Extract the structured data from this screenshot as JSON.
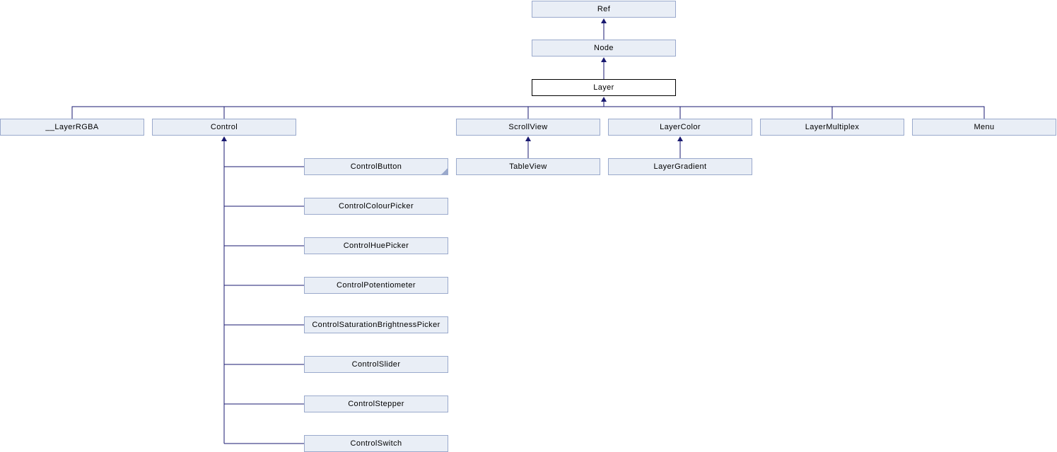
{
  "diagram": {
    "type": "class-inheritance",
    "current_class": "Layer",
    "colors": {
      "background": "#FFFFFF",
      "node_fill": "#E9EEF6",
      "node_border": "#9AA9CC",
      "current_node_fill": "#FFFFFF",
      "current_node_border": "#000000",
      "edge": "#191970",
      "text": "#000000"
    },
    "nodes": [
      {
        "id": "Ref",
        "label": "Ref",
        "parent": null,
        "kind": "normal"
      },
      {
        "id": "Node",
        "label": "Node",
        "parent": "Ref",
        "kind": "normal"
      },
      {
        "id": "Layer",
        "label": "Layer",
        "parent": "Node",
        "kind": "current"
      },
      {
        "id": "__LayerRGBA",
        "label": "__LayerRGBA",
        "parent": "Layer",
        "kind": "normal"
      },
      {
        "id": "Control",
        "label": "Control",
        "parent": "Layer",
        "kind": "normal"
      },
      {
        "id": "ScrollView",
        "label": "ScrollView",
        "parent": "Layer",
        "kind": "normal"
      },
      {
        "id": "LayerColor",
        "label": "LayerColor",
        "parent": "Layer",
        "kind": "normal"
      },
      {
        "id": "LayerMultiplex",
        "label": "LayerMultiplex",
        "parent": "Layer",
        "kind": "normal"
      },
      {
        "id": "Menu",
        "label": "Menu",
        "parent": "Layer",
        "kind": "normal"
      },
      {
        "id": "ControlButton",
        "label": "ControlButton",
        "parent": "Control",
        "kind": "truncated"
      },
      {
        "id": "ControlColourPicker",
        "label": "ControlColourPicker",
        "parent": "Control",
        "kind": "normal"
      },
      {
        "id": "ControlHuePicker",
        "label": "ControlHuePicker",
        "parent": "Control",
        "kind": "normal"
      },
      {
        "id": "ControlPotentiometer",
        "label": "ControlPotentiometer",
        "parent": "Control",
        "kind": "normal"
      },
      {
        "id": "ControlSaturationBrightnessPicker",
        "label": "ControlSaturationBrightnessPicker",
        "parent": "Control",
        "kind": "normal"
      },
      {
        "id": "ControlSlider",
        "label": "ControlSlider",
        "parent": "Control",
        "kind": "normal"
      },
      {
        "id": "ControlStepper",
        "label": "ControlStepper",
        "parent": "Control",
        "kind": "normal"
      },
      {
        "id": "ControlSwitch",
        "label": "ControlSwitch",
        "parent": "Control",
        "kind": "normal"
      },
      {
        "id": "TableView",
        "label": "TableView",
        "parent": "ScrollView",
        "kind": "normal"
      },
      {
        "id": "LayerGradient",
        "label": "LayerGradient",
        "parent": "LayerColor",
        "kind": "normal"
      }
    ]
  }
}
